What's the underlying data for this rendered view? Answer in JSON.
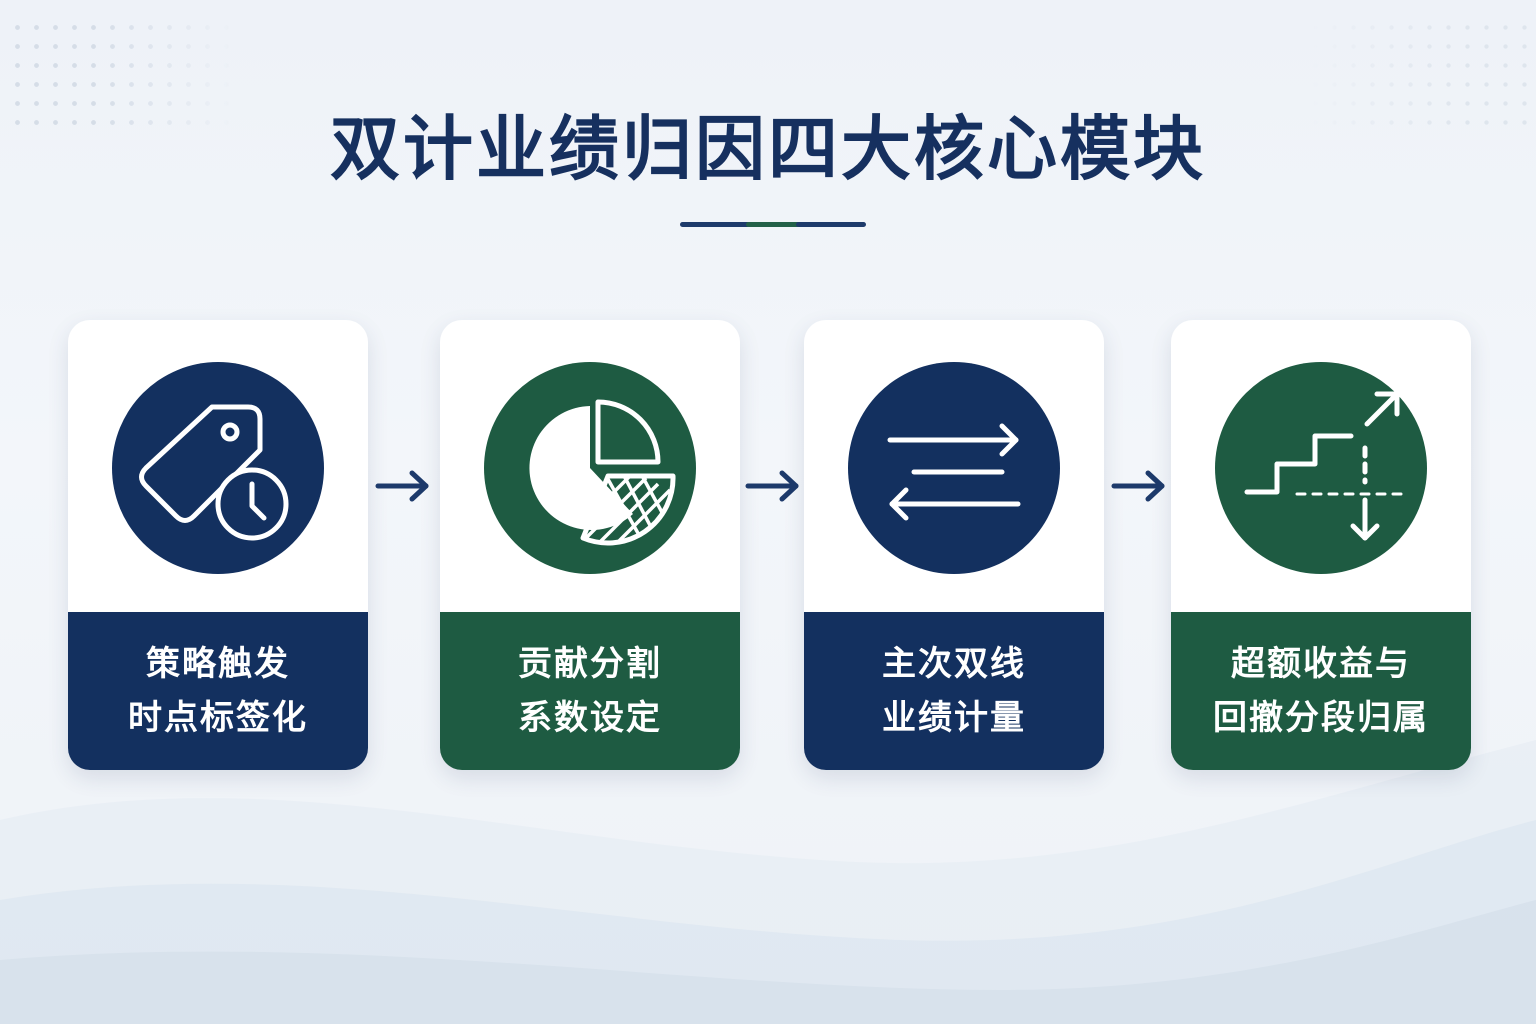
{
  "title": "双计业绩归因四大核心模块",
  "colors": {
    "navy": "#13305f",
    "green": "#1e5b42",
    "title": "#16305f",
    "background": "#eef2f8"
  },
  "modules": [
    {
      "icon": "tag-clock-icon",
      "label": "策略触发\n时点标签化",
      "color": "navy"
    },
    {
      "icon": "pie-split-icon",
      "label": "贡献分割\n系数设定",
      "color": "green"
    },
    {
      "icon": "dual-arrows-icon",
      "label": "主次双线\n业绩计量",
      "color": "navy"
    },
    {
      "icon": "step-up-down-icon",
      "label": "超额收益与\n回撤分段归属",
      "color": "green"
    }
  ],
  "connectors": [
    "arrow-right-icon",
    "arrow-right-icon",
    "arrow-right-icon"
  ]
}
